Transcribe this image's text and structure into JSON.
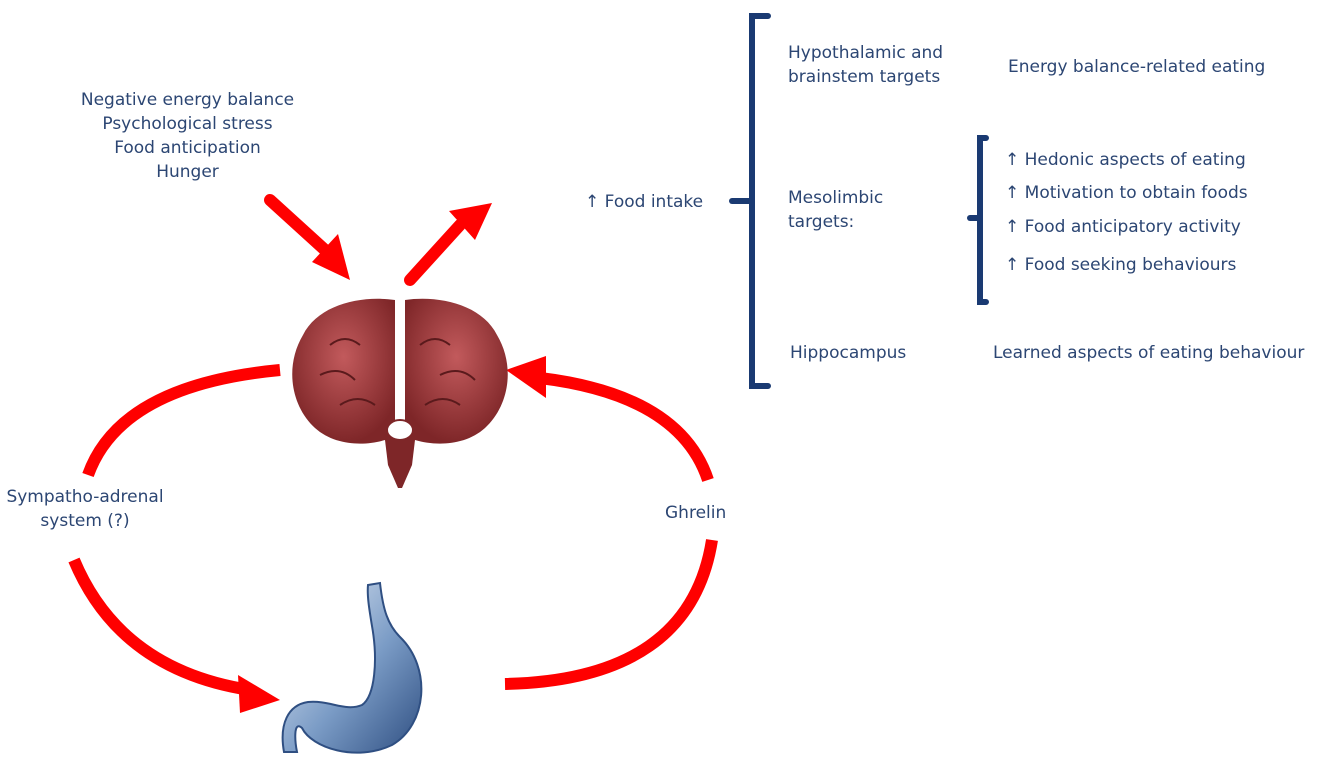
{
  "stimuli": [
    "Negative energy balance",
    "Psychological stress",
    "Food anticipation",
    "Hunger"
  ],
  "food_intake": "↑ Food intake",
  "targets": {
    "hypothalamic": [
      "Hypothalamic and",
      "brainstem targets"
    ],
    "energy_balance": "Energy balance-related eating",
    "mesolimbic": [
      "Mesolimbic",
      "targets:"
    ],
    "mesolimbic_effects": [
      "↑ Hedonic aspects of eating",
      "↑ Motivation to obtain foods",
      "↑ Food anticipatory activity",
      "↑ Food seeking behaviours"
    ],
    "hippocampus": "Hippocampus",
    "learned": "Learned aspects of eating behaviour"
  },
  "sympatho": [
    "Sympatho-adrenal",
    "system (?)"
  ],
  "ghrelin": "Ghrelin",
  "colors": {
    "arrow": "#ff0000",
    "brain": "#a0373a",
    "stomach": "#5b7fad",
    "text": "#2c4673",
    "bracket": "#1a3a72"
  }
}
